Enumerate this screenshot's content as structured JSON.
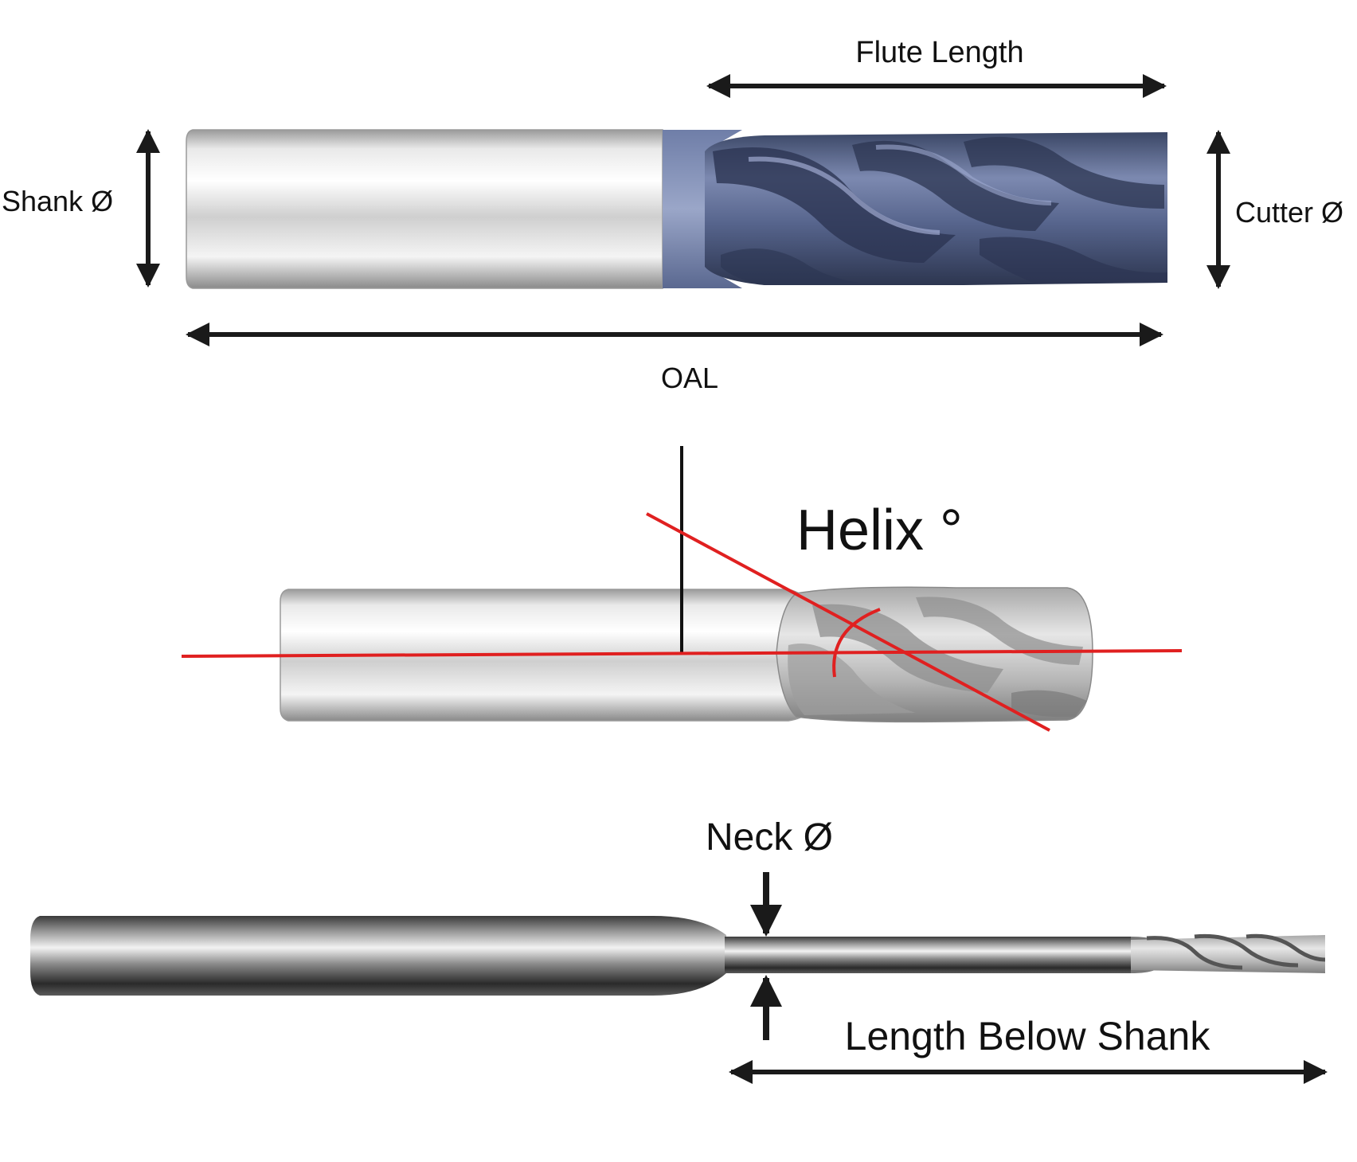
{
  "labels": {
    "flute_length": "Flute Length",
    "shank_dia": "Shank Ø",
    "cutter_dia": "Cutter Ø",
    "oal": "OAL",
    "helix": "Helix °",
    "neck_dia": "Neck Ø",
    "length_below_shank": "Length Below Shank"
  },
  "colors": {
    "arrow": "#1a1a1a",
    "helix_line": "#e02020",
    "coating": "#4a5a80",
    "shank_metal": "#d8d8d8"
  },
  "icons": {
    "end_mill_coated": "end-mill-icon",
    "end_mill_ball": "ball-end-mill-icon",
    "end_mill_reduced_neck": "reduced-neck-end-mill-icon"
  }
}
